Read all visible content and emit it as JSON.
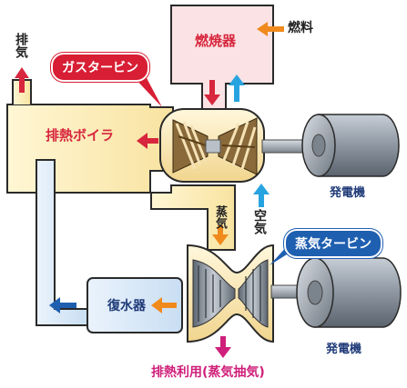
{
  "labels": {
    "exhaust": "排気",
    "combustor": "燃焼器",
    "fuel": "燃料",
    "gas_turbine": "ガスタービン",
    "exhaust_boiler": "排熱ボイラ",
    "generator_top": "発電機",
    "air": "空気",
    "steam": "蒸気",
    "steam_turbine": "蒸気タービン",
    "condenser": "復水器",
    "generator_bottom": "発電機",
    "heat_utilization": "排熱利用(蒸気抽気)"
  },
  "colors": {
    "pipe_cream": "#fcecb6",
    "pipe_outline": "#2a2a2a",
    "combustor_fill": "#fbe2e4",
    "condenser_fill": "#dbe9f7",
    "callout_red": "#d81e34",
    "callout_blue": "#1f5fb0",
    "arrow_red": "#d7263d",
    "arrow_blue": "#27a3e0",
    "arrow_orange": "#f08a1c",
    "arrow_magenta": "#cf1f7a",
    "generator_gray": "#8e97a3"
  }
}
